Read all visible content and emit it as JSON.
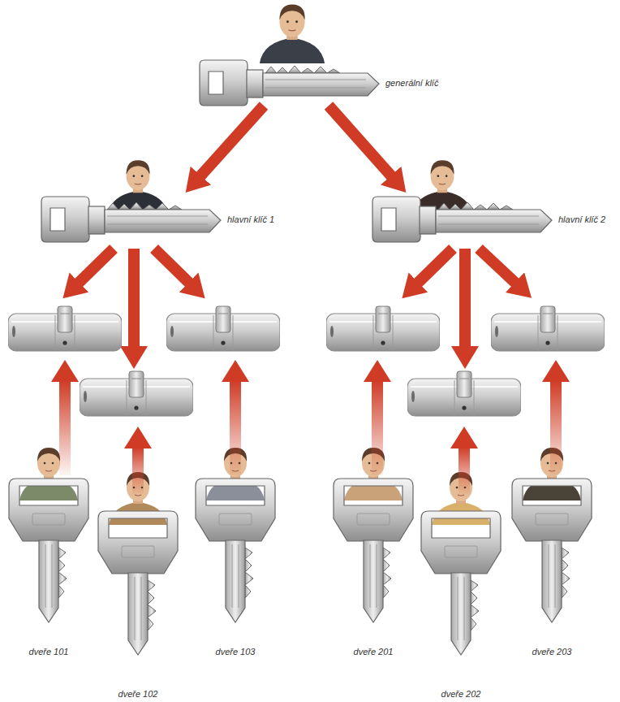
{
  "diagram": {
    "nodes": [
      {
        "text": [
          "generální klíč"
        ]
      },
      {
        "text": [
          "hlavní klíč 1"
        ]
      },
      {
        "text": [
          "hlavní klíč 2"
        ]
      },
      {
        "text": [
          "dveře 101"
        ]
      },
      {
        "text": [
          "dveře 102"
        ]
      },
      {
        "text": [
          "dveře 103"
        ]
      },
      {
        "text": [
          "dveře 201"
        ]
      },
      {
        "text": [
          "dveře 202"
        ]
      },
      {
        "text": [
          "dveře 203"
        ]
      }
    ],
    "edges": [
      {
        "from": 0,
        "to": 1,
        "arrow": "to"
      },
      {
        "from": 0,
        "to": 2,
        "arrow": "to"
      }
    ]
  }
}
